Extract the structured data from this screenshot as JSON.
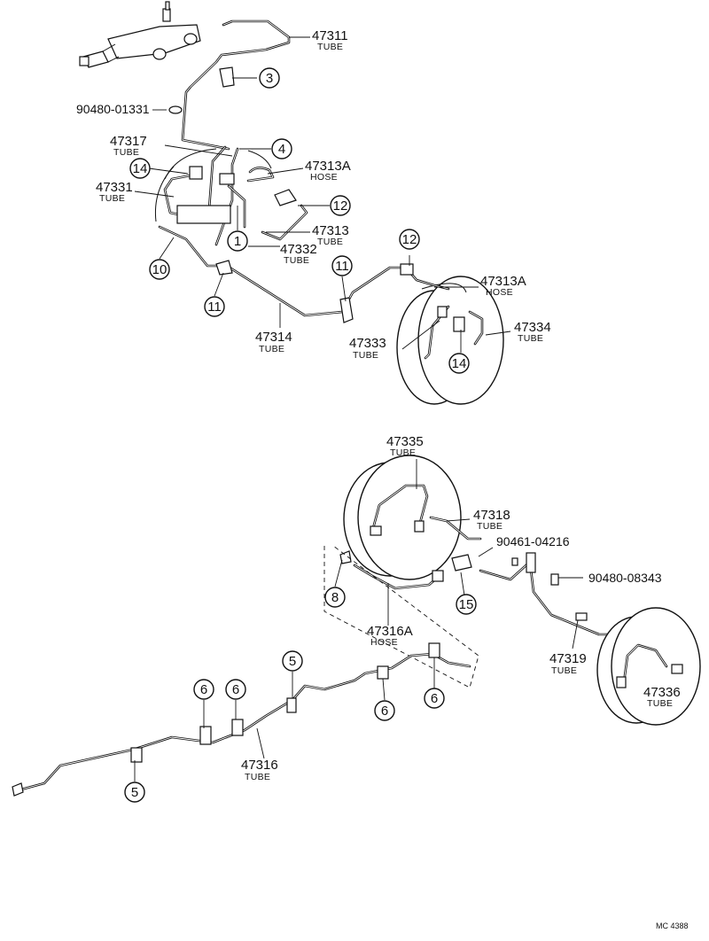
{
  "labels": {
    "p47311": {
      "number": "47311",
      "desc": "TUBE"
    },
    "p47317": {
      "number": "47317",
      "desc": "TUBE"
    },
    "p47313A_top": {
      "number": "47313A",
      "desc": "HOSE"
    },
    "p47331": {
      "number": "47331",
      "desc": "TUBE"
    },
    "p47313": {
      "number": "47313",
      "desc": "TUBE"
    },
    "p47332": {
      "number": "47332",
      "desc": "TUBE"
    },
    "p47314": {
      "number": "47314",
      "desc": "TUBE"
    },
    "p47313A_mid": {
      "number": "47313A",
      "desc": "HOSE"
    },
    "p47334": {
      "number": "47334",
      "desc": "TUBE"
    },
    "p47333": {
      "number": "47333",
      "desc": "TUBE"
    },
    "p47335": {
      "number": "47335",
      "desc": "TUBE"
    },
    "p47318": {
      "number": "47318",
      "desc": "TUBE"
    },
    "p47316A": {
      "number": "47316A",
      "desc": "HOSE"
    },
    "p47319": {
      "number": "47319",
      "desc": "TUBE"
    },
    "p47336": {
      "number": "47336",
      "desc": "TUBE"
    },
    "p47316": {
      "number": "47316",
      "desc": "TUBE"
    }
  },
  "bolts": {
    "b90480_01331": "90480-01331",
    "b90461_04216": "90461-04216",
    "b90480_08343": "90480-08343"
  },
  "callouts": {
    "c3": "3",
    "c4": "4",
    "c14a": "14",
    "c12a": "12",
    "c1": "1",
    "c10": "10",
    "c11a": "11",
    "c11b": "11",
    "c12b": "12",
    "c14b": "14",
    "c8": "8",
    "c15": "15",
    "c5a": "5",
    "c6a": "6",
    "c6b": "6",
    "c6c": "6",
    "c6d": "6",
    "c5b": "5"
  },
  "footer_code": "MC 4388"
}
